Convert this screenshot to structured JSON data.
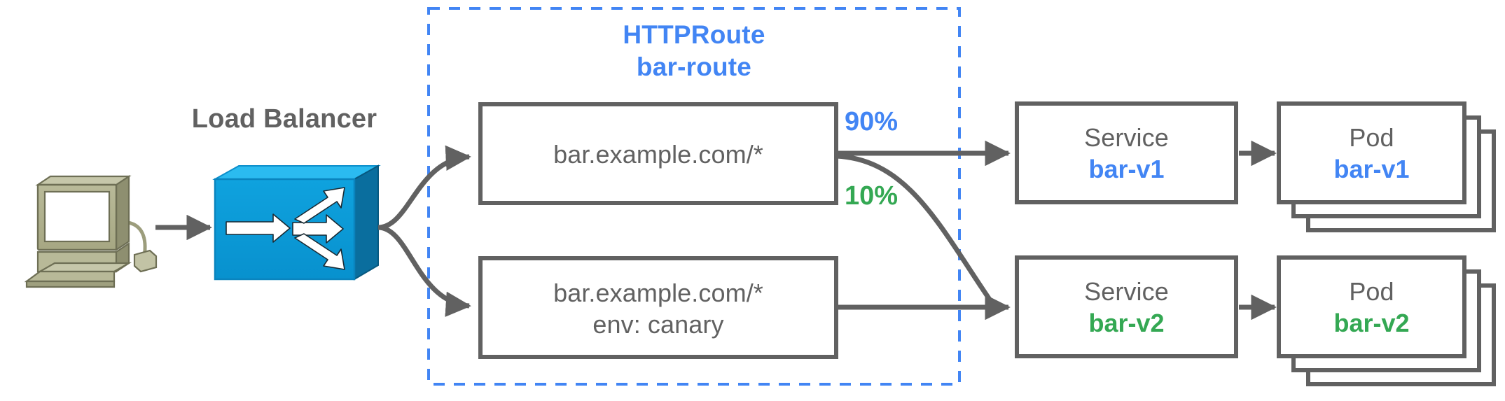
{
  "diagram": {
    "title_hidden": "",
    "load_balancer_label": "Load Balancer",
    "httproute": {
      "kind_label": "HTTPRoute",
      "name_label": "bar-route",
      "color": "#4285F4"
    },
    "client": {
      "icon": "desktop-computer-icon"
    },
    "load_balancer": {
      "icon": "load-balancer-switch-icon",
      "color": "#0C9AD6"
    },
    "rules": [
      {
        "id": "rule-primary",
        "line1": "bar.example.com/*",
        "line2": ""
      },
      {
        "id": "rule-canary",
        "line1": "bar.example.com/*",
        "line2": "env: canary"
      }
    ],
    "weights": [
      {
        "id": "weight-90",
        "label": "90%",
        "color": "#4285F4"
      },
      {
        "id": "weight-10",
        "label": "10%",
        "color": "#34A853"
      }
    ],
    "backends": [
      {
        "id": "backend-v1",
        "service_kind": "Service",
        "service_name": "bar-v1",
        "pod_kind": "Pod",
        "pod_name": "bar-v1",
        "color": "#4285F4",
        "pod_replica_count": 3
      },
      {
        "id": "backend-v2",
        "service_kind": "Service",
        "service_name": "bar-v2",
        "pod_kind": "Pod",
        "pod_name": "bar-v2",
        "color": "#34A853",
        "pod_replica_count": 3
      }
    ],
    "palette": {
      "stroke_gray": "#616161",
      "blue": "#4285F4",
      "green": "#34A853",
      "switch_blue": "#0C9AD6",
      "computer_khaki": "#ACAD8B"
    }
  }
}
